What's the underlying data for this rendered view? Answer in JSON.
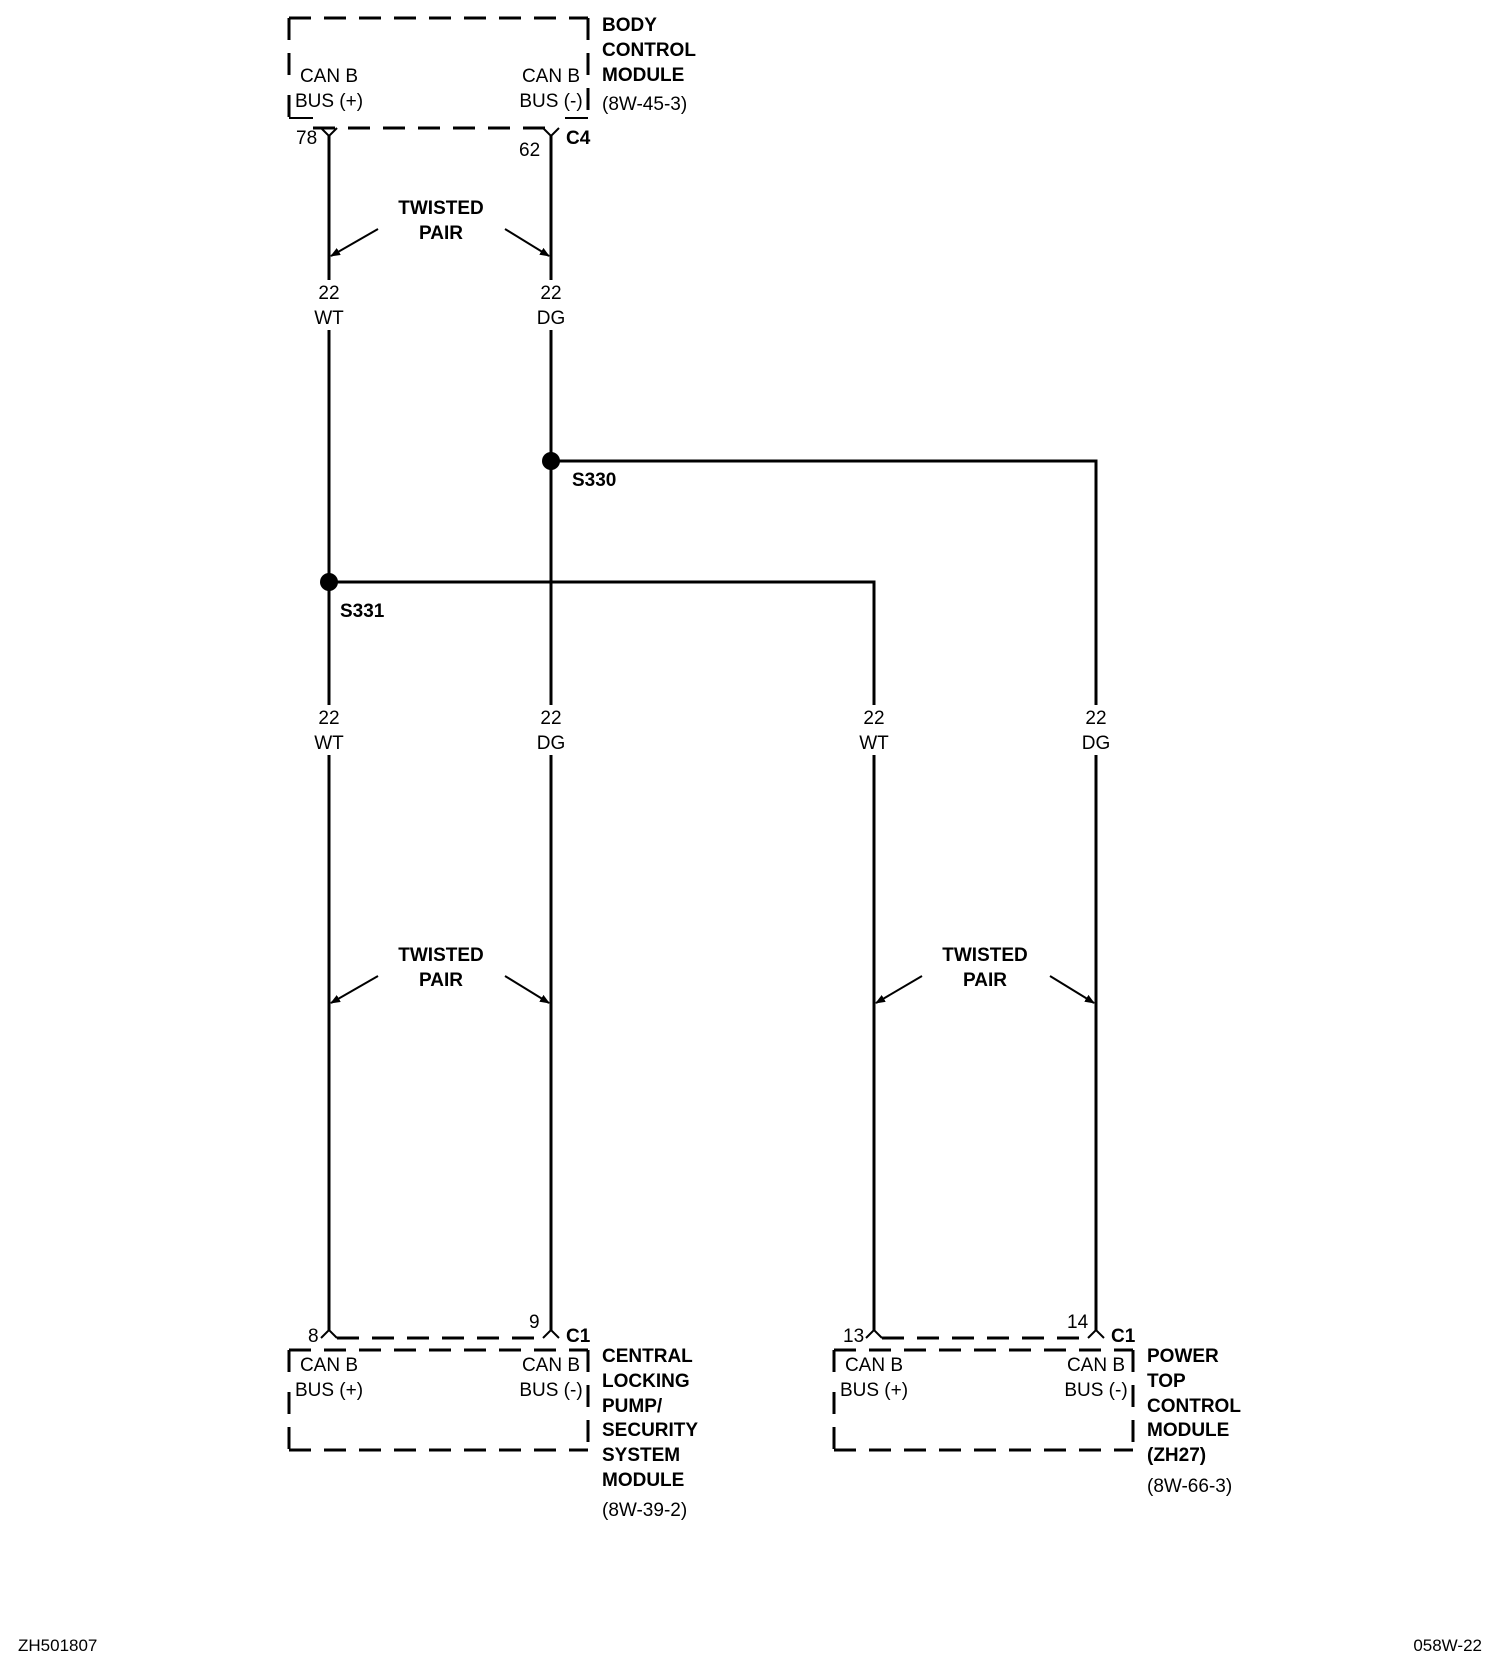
{
  "modules": {
    "bcm": {
      "name_lines": [
        "BODY",
        "CONTROL",
        "MODULE"
      ],
      "ref": "(8W-45-3)",
      "pin_left_lines": [
        "CAN B",
        "BUS (+)"
      ],
      "pin_right_lines": [
        "CAN B",
        "BUS (-)"
      ],
      "connector": "C4",
      "cav_left": "78",
      "cav_right": "62"
    },
    "clp": {
      "name_lines": [
        "CENTRAL",
        "LOCKING",
        "PUMP/",
        "SECURITY",
        "SYSTEM",
        "MODULE"
      ],
      "ref": "(8W-39-2)",
      "pin_left_lines": [
        "CAN B",
        "BUS (+)"
      ],
      "pin_right_lines": [
        "CAN B",
        "BUS (-)"
      ],
      "connector": "C1",
      "cav_left": "8",
      "cav_right": "9"
    },
    "ptcm": {
      "name_lines": [
        "POWER",
        "TOP",
        "CONTROL",
        "MODULE",
        "(ZH27)"
      ],
      "ref": "(8W-66-3)",
      "pin_left_lines": [
        "CAN B",
        "BUS (+)"
      ],
      "pin_right_lines": [
        "CAN B",
        "BUS (-)"
      ],
      "connector": "C1",
      "cav_left": "13",
      "cav_right": "14"
    }
  },
  "splices": {
    "s330": "S330",
    "s331": "S331"
  },
  "twisted_pair_lines": [
    "TWISTED",
    "PAIR"
  ],
  "wires": {
    "w1": [
      "22",
      "WT"
    ],
    "w2": [
      "22",
      "DG"
    ],
    "w3": [
      "22",
      "WT"
    ],
    "w4": [
      "22",
      "DG"
    ],
    "w5": [
      "22",
      "WT"
    ],
    "w6": [
      "22",
      "DG"
    ]
  },
  "footer": {
    "left": "ZH501807",
    "right": "058W-22"
  }
}
